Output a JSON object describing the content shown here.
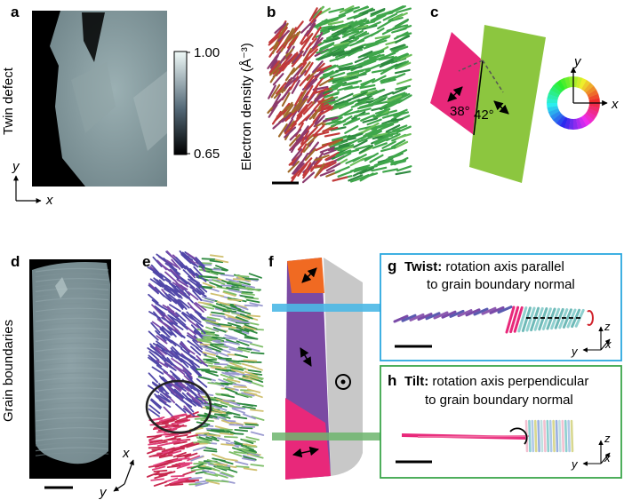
{
  "panels": {
    "a": "a",
    "b": "b",
    "c": "c",
    "d": "d",
    "e": "e",
    "f": "f",
    "g": "g",
    "h": "h"
  },
  "row_labels": {
    "top": "Twin defect",
    "bottom": "Grain boundaries"
  },
  "colorbar": {
    "max": "1.00",
    "min": "0.65",
    "label": "Electron density (Å⁻³)"
  },
  "axes_a": {
    "y": "y",
    "x": "x"
  },
  "axes_d": {
    "x": "x",
    "y": "y"
  },
  "panel_c": {
    "angle_left": "38°",
    "angle_right": "42°",
    "wheel_y": "y",
    "wheel_x": "x"
  },
  "panel_g": {
    "letter": "g",
    "bold": "Twist:",
    "line1": " rotation axis parallel",
    "line2": "to grain boundary normal",
    "axis_z": "z",
    "axis_y": "y",
    "axis_x": "x",
    "border_color": "#2aa7df"
  },
  "panel_h": {
    "letter": "h",
    "bold": "Tilt:",
    "line1": " rotation axis perpendicular",
    "line2": "to grain boundary normal",
    "axis_z": "z",
    "axis_y": "y",
    "axis_x": "x",
    "border_color": "#3aa64a"
  },
  "colors": {
    "magenta": "#e8287a",
    "green": "#8cc63f",
    "purple": "#7b4aa3",
    "orange": "#f06a22",
    "gray": "#c8c8c8",
    "cyan_band": "#4bb8e6",
    "green_band": "#6db56d",
    "blue_rods": "#5b6fb8",
    "teal_rods": "#8fd0cf"
  }
}
